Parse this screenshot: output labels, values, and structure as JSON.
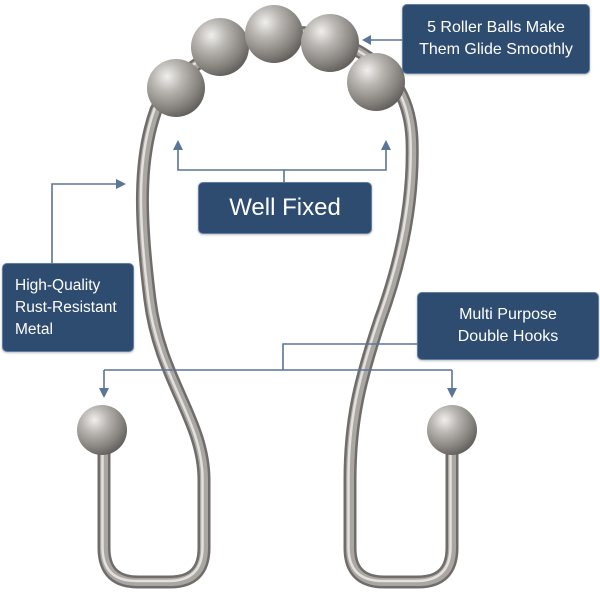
{
  "product": {
    "name": "shower-curtain-roller-hook"
  },
  "callouts": {
    "roller_balls": {
      "lines": [
        "5 Roller Balls Make",
        "Them Glide Smoothly"
      ]
    },
    "well_fixed": {
      "label": "Well Fixed"
    },
    "material": {
      "lines": [
        "High-Quality",
        "Rust-Resistant",
        "Metal"
      ]
    },
    "double_hooks": {
      "lines": [
        "Multi Purpose",
        "Double Hooks"
      ]
    }
  },
  "colors": {
    "callout_fill": "#2e4b70",
    "callout_border": "#5f7ea3",
    "pointer_line": "#5a7596",
    "metal_dark": "#6f6c69",
    "metal_mid": "#a9a6a2",
    "metal_light": "#e6e4e1"
  }
}
